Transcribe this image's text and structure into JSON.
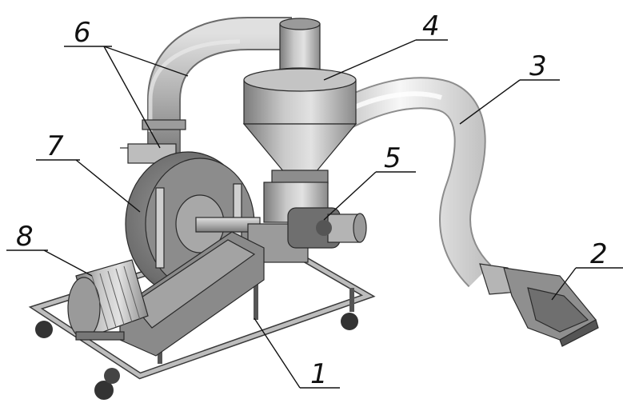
{
  "labels": {
    "l1": "1",
    "l2": "2",
    "l3": "3",
    "l4": "4",
    "l5": "5",
    "l6": "6",
    "l7": "7",
    "l8": "8"
  },
  "colors": {
    "metal_light": "#d8d8d8",
    "metal_mid": "#a9a9a9",
    "metal_dark": "#6e6e6e",
    "hose_white": "#f2f2f2",
    "line": "#111111"
  }
}
